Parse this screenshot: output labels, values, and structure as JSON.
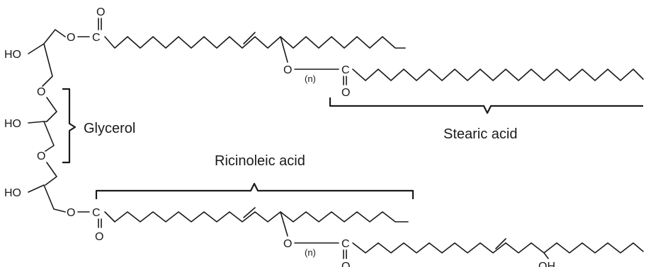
{
  "atoms": {
    "ho": "HO",
    "o": "O",
    "c": "C",
    "oh": "OH",
    "n": "(n)"
  },
  "labels": {
    "glycerol": "Glycerol",
    "stearic": "Stearic acid",
    "ricinoleic": "Ricinoleic acid"
  }
}
